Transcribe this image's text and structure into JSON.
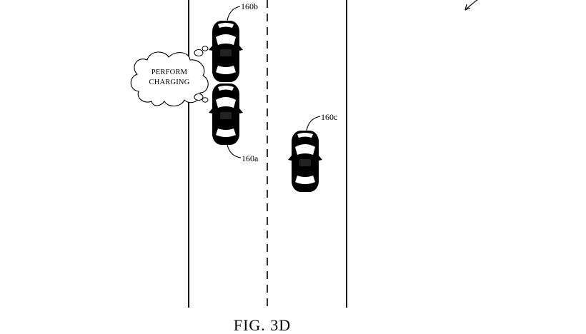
{
  "figure": {
    "caption": "FIG. 3D",
    "ink_color": "#000000",
    "background_color": "#ffffff"
  },
  "vehicles": [
    {
      "id": "car-160b",
      "label": "160b"
    },
    {
      "id": "car-160a",
      "label": "160a"
    },
    {
      "id": "car-160c",
      "label": "160c"
    }
  ],
  "thought_bubble": {
    "line1": "PERFORM",
    "line2": "CHARGING"
  }
}
